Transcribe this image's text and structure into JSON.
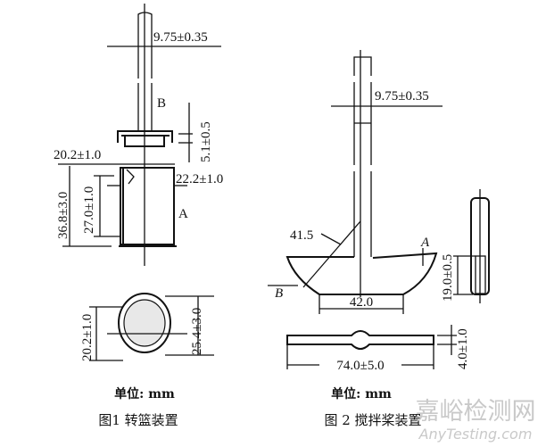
{
  "figure1": {
    "dims": {
      "shaft_width": "9.75±0.35",
      "lid_height": "5.1±0.5",
      "lid_diameter": "20.2±1.0",
      "basket_diameter": "22.2±1.0",
      "basket_height": "36.8±3.0",
      "mesh_height": "27.0±1.0",
      "bottom_inner": "20.2±1.0",
      "bottom_outer": "25.4±3.0"
    },
    "labels": {
      "part_a": "A",
      "part_b": "B"
    },
    "unit": "单位: mm",
    "caption": "图1  转篮装置"
  },
  "figure2": {
    "dims": {
      "shaft_width": "9.75±0.35",
      "radius": "41.5",
      "bottom_width": "42.0",
      "blade_height": "19.0±0.5",
      "blade_length": "74.0±5.0",
      "blade_thickness": "4.0±1.0"
    },
    "labels": {
      "detail_a": "A",
      "detail_b": "B"
    },
    "unit": "单位: mm",
    "caption": "图 2  搅拌桨装置"
  },
  "watermark": {
    "cn": "嘉峪检测网",
    "en": "AnyTesting.com"
  }
}
